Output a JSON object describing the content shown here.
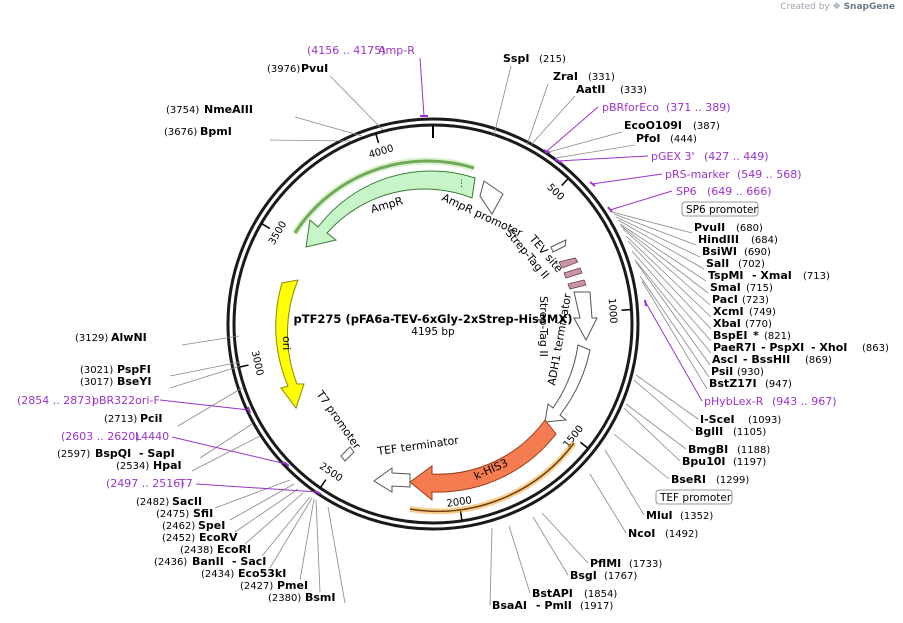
{
  "credit": {
    "prefix": "Created by",
    "brand": "SnapGene"
  },
  "plasmid": {
    "name": "pTF275 (pFA6a-TEV-6xGly-2xStrep-His3MX)",
    "size": "4195 bp"
  },
  "ticks": [
    "500",
    "1000",
    "1500",
    "2000",
    "2500",
    "3000",
    "3500",
    "4000"
  ],
  "features": {
    "ampr": "AmpR",
    "ampr_promoter": "AmpR promoter",
    "tev_site": "TEV site",
    "strep_tag_1": "Strep-Tag II",
    "strep_tag_2": "Strep-Tag II",
    "adh1_terminator": "ADH1 terminator",
    "ori": "ori",
    "t7_promoter": "T7 promoter",
    "tef_terminator": "TEF terminator",
    "khis3": "k-HIS3"
  },
  "boxed_labels": {
    "sp6_promoter": "SP6 promoter",
    "tef_promoter": "TEF promoter"
  },
  "primers": {
    "ampr": {
      "name": "Amp-R",
      "range": "(4156 .. 4175)"
    },
    "pbrforeco": {
      "name": "pBRforEco",
      "range": "(371 .. 389)"
    },
    "pgex3": {
      "name": "pGEX 3'",
      "range": "(427 .. 449)"
    },
    "prsmarker": {
      "name": "pRS-marker",
      "range": "(549 .. 568)"
    },
    "sp6": {
      "name": "SP6",
      "range": "(649 .. 666)"
    },
    "phyblexr": {
      "name": "pHybLex-R",
      "range": "(943 .. 967)"
    },
    "pbr322orif": {
      "name": "pBR322ori-F",
      "range": "(2854 .. 2873)"
    },
    "l4440": {
      "name": "L4440",
      "range": "(2603 .. 2620)"
    },
    "t7": {
      "name": "T7",
      "range": "(2497 .. 2516)"
    }
  },
  "sites": {
    "pvui": {
      "name": "PvuI",
      "pos": "(3976)"
    },
    "nmeaiii": {
      "name": "NmeAIII",
      "pos": "(3754)"
    },
    "bpmi": {
      "name": "BpmI",
      "pos": "(3676)"
    },
    "alwni": {
      "name": "AlwNI",
      "pos": "(3129)"
    },
    "pspfi": {
      "name": "PspFI",
      "pos": "(3021)"
    },
    "bseyi": {
      "name": "BseYI",
      "pos": "(3017)"
    },
    "pcii": {
      "name": "PciI",
      "pos": "(2713)"
    },
    "bspqi": {
      "name": "BspQI",
      "pos": "(2597)"
    },
    "sapi": {
      "name": "SapI"
    },
    "hpai": {
      "name": "HpaI",
      "pos": "(2534)"
    },
    "sacii": {
      "name": "SacII",
      "pos": "(2482)"
    },
    "sfii": {
      "name": "SfiI",
      "pos": "(2475)"
    },
    "spei": {
      "name": "SpeI",
      "pos": "(2462)"
    },
    "ecorv": {
      "name": "EcoRV",
      "pos": "(2452)"
    },
    "ecori": {
      "name": "EcoRI",
      "pos": "(2438)"
    },
    "banii": {
      "name": "BanII",
      "pos": "(2436)"
    },
    "saci": {
      "name": "SacI"
    },
    "eco53ki": {
      "name": "Eco53kI",
      "pos": "(2434)"
    },
    "pmei": {
      "name": "PmeI",
      "pos": "(2427)"
    },
    "bsmi": {
      "name": "BsmI",
      "pos": "(2380)"
    },
    "sspi": {
      "name": "SspI",
      "pos": "(215)"
    },
    "zrai": {
      "name": "ZraI",
      "pos": "(331)"
    },
    "aatii": {
      "name": "AatII",
      "pos": "(333)"
    },
    "ecoo109i": {
      "name": "EcoO109I",
      "pos": "(387)"
    },
    "pfoi": {
      "name": "PfoI",
      "pos": "(444)"
    },
    "pvuii": {
      "name": "PvuII",
      "pos": "(680)"
    },
    "hindiii": {
      "name": "HindIII",
      "pos": "(684)"
    },
    "bsiwi": {
      "name": "BsiWI",
      "pos": "(690)"
    },
    "sali": {
      "name": "SalI",
      "pos": "(702)"
    },
    "tspmi": {
      "name": "TspMI",
      "pos": "(713)"
    },
    "xmai": {
      "name": "XmaI"
    },
    "smai": {
      "name": "SmaI",
      "pos": "(715)"
    },
    "paci": {
      "name": "PacI",
      "pos": "(723)"
    },
    "xcmi": {
      "name": "XcmI",
      "pos": "(749)"
    },
    "xbai": {
      "name": "XbaI",
      "pos": "(770)"
    },
    "bspei": {
      "name": "BspEI",
      "mark": "*",
      "pos": "(821)"
    },
    "paer7i": {
      "name": "PaeR7I",
      "pos": "(863)"
    },
    "pspxi": {
      "name": "PspXI"
    },
    "xhoi": {
      "name": "XhoI"
    },
    "asci": {
      "name": "AscI",
      "pos": "(869)"
    },
    "bsshii": {
      "name": "BssHII"
    },
    "psii": {
      "name": "PsiI",
      "pos": "(930)"
    },
    "bstz17i": {
      "name": "BstZ17I",
      "pos": "(947)"
    },
    "iscei": {
      "name": "I-SceI",
      "pos": "(1093)"
    },
    "bglii": {
      "name": "BglII",
      "pos": "(1105)"
    },
    "bmgbi": {
      "name": "BmgBI",
      "pos": "(1188)"
    },
    "bpu10i": {
      "name": "Bpu10I",
      "pos": "(1197)"
    },
    "bseri": {
      "name": "BseRI",
      "pos": "(1299)"
    },
    "mlui": {
      "name": "MluI",
      "pos": "(1352)"
    },
    "ncoi": {
      "name": "NcoI",
      "pos": "(1492)"
    },
    "pflmi": {
      "name": "PflMI",
      "pos": "(1733)"
    },
    "bsgi": {
      "name": "BsgI",
      "pos": "(1767)"
    },
    "bstapi": {
      "name": "BstAPI",
      "pos": "(1854)"
    },
    "bsaai": {
      "name": "BsaAI",
      "pos": "(1917)"
    },
    "pmli": {
      "name": "PmlI"
    }
  },
  "colors": {
    "backbone": "#1a1a1a",
    "ampr_fill": "#c8f5c8",
    "ampr_outline": "#3a7a3a",
    "ori_fill": "#ffff00",
    "khis3_fill": "#f47c50",
    "primer": "#9933cc",
    "tag": "#c896a8",
    "gene_highlight_green": "#2e6b12",
    "gene_highlight_orange": "#f0a020"
  }
}
